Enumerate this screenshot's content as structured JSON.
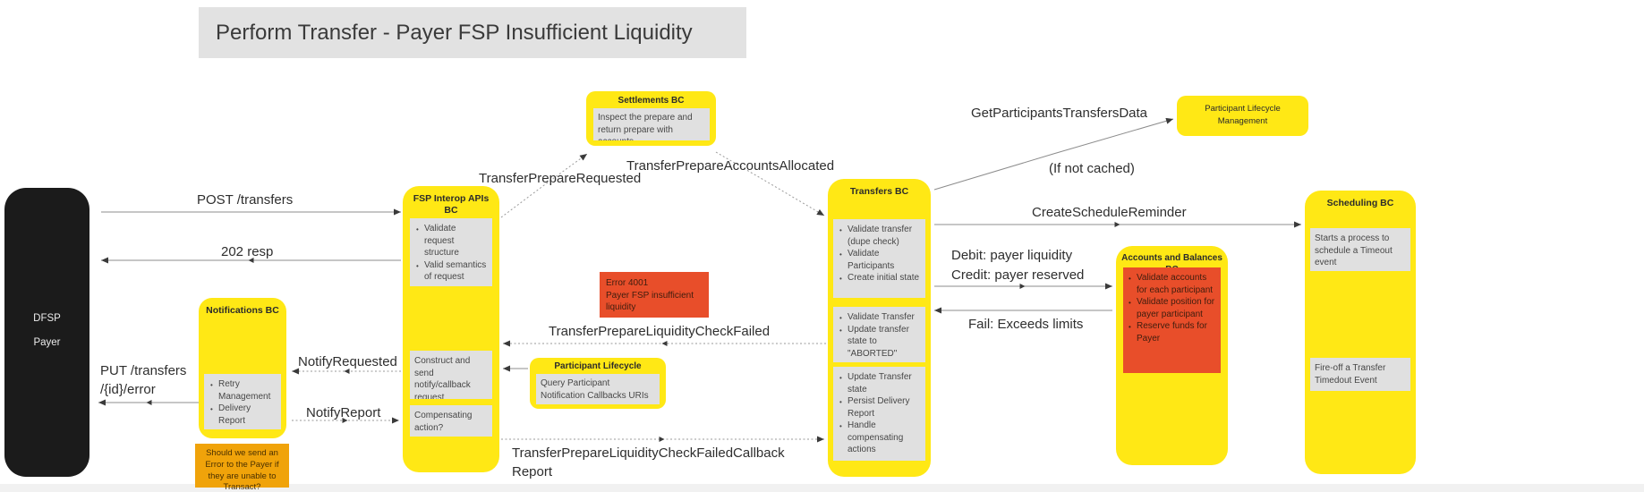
{
  "colors": {
    "yellow": "#ffe815",
    "panel": "#e0e0e0",
    "red": "#e84e2a",
    "orange": "#f0a30a",
    "black": "#1b1b1b",
    "title_bg": "#e2e2e2"
  },
  "title": "Perform Transfer - Payer FSP Insufficient Liquidity",
  "actor": {
    "line1": "DFSP",
    "line2": "Payer"
  },
  "labels": {
    "post_transfers": "POST /transfers",
    "resp_202": "202 resp",
    "put_line1": "PUT /transfers",
    "put_line2": "/{id}/error",
    "notify_requested": "NotifyRequested",
    "notify_report": "NotifyReport",
    "transfer_prepare_requested": "TransferPrepareRequested",
    "transfer_prepare_accounts_allocated": "TransferPrepareAccountsAllocated",
    "get_participants_transfers_data": "GetParticipantsTransfersData",
    "if_not_cached": "(If not cached)",
    "create_schedule_reminder": "CreateScheduleReminder",
    "debit_line1": "Debit: payer liquidity",
    "debit_line2": "Credit: payer reserved",
    "fail_exceeds_limits": "Fail: Exceeds limits",
    "liquidity_check_failed": "TransferPrepareLiquidityCheckFailed",
    "liquidity_check_failed_callback": "TransferPrepareLiquidityCheckFailedCallback Report"
  },
  "boxes": {
    "settlements": {
      "header": "Settlements BC",
      "note": "Inspect the prepare and return prepare with accounts"
    },
    "plm": {
      "label": "Participant Lifecycle Management"
    },
    "fsp": {
      "header": "FSP Interop APIs BC",
      "validate_items": [
        "Validate request structure",
        "Valid semantics of request"
      ],
      "construct_note": "Construct and send notify/callback request",
      "compensating_note": "Compensating action?"
    },
    "notifications": {
      "header": "Notifications BC",
      "items": [
        "Retry Management",
        "Delivery Report"
      ]
    },
    "participant_lifecycle": {
      "header": "Participant Lifecycle",
      "note": "Query Participant Notification Callbacks URIs"
    },
    "transfers": {
      "header": "Transfers BC",
      "stage1": [
        "Validate transfer (dupe check)",
        "Validate Participants",
        "Create initial state"
      ],
      "stage2": [
        "Validate Transfer",
        "Update transfer state to \"ABORTED\""
      ],
      "stage3": [
        "Update Transfer state",
        "Persist Delivery Report",
        "Handle compensating actions"
      ]
    },
    "accounts": {
      "header": "Accounts and Balances BC",
      "items": [
        "Validate accounts for each participant",
        "Validate position for payer participant",
        "Reserve funds for Payer"
      ]
    },
    "scheduling": {
      "header": "Scheduling BC",
      "note1": "Starts a process to schedule a Timeout event",
      "note2": "Fire-off a Transfer Timedout Event"
    }
  },
  "notes": {
    "error": {
      "line1": "Error 4001",
      "line2": "Payer FSP insufficient liquidity"
    },
    "question": "Should we send an Error to the Payer if they are unable to Transact?"
  }
}
